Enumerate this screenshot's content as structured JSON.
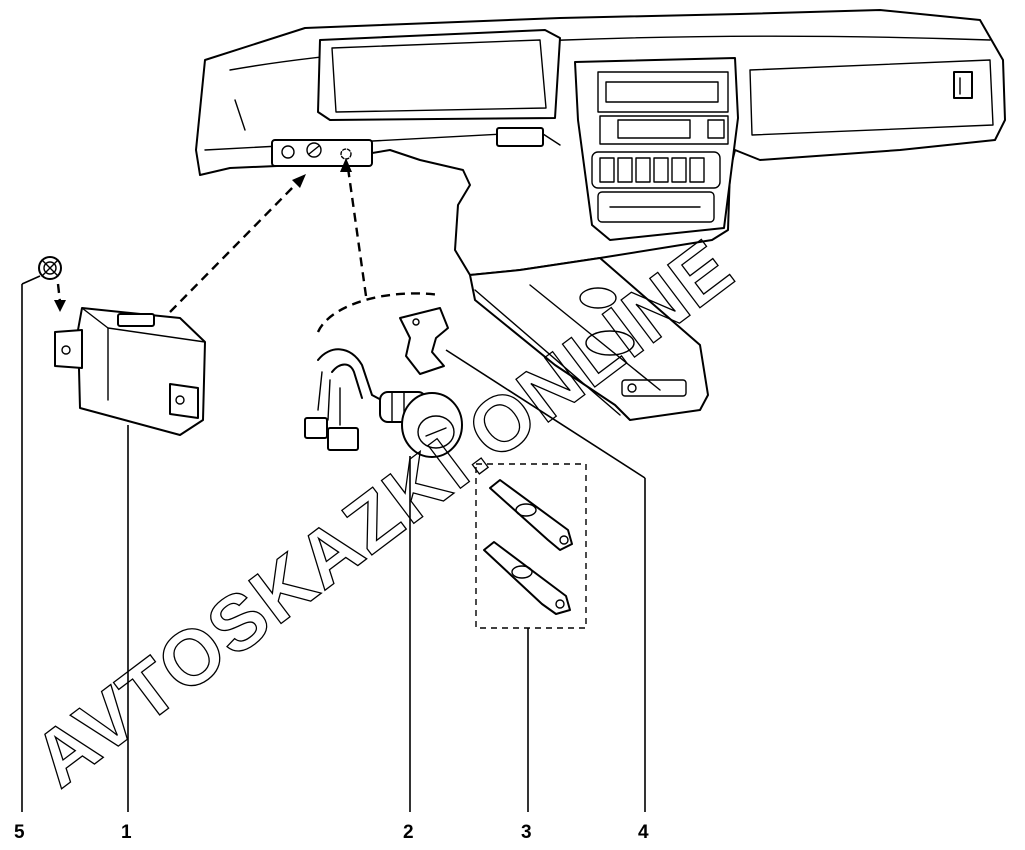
{
  "watermark": "AVTOSKAZKI.ONLINE",
  "callouts": [
    {
      "id": "5",
      "label": "5"
    },
    {
      "id": "1",
      "label": "1"
    },
    {
      "id": "2",
      "label": "2"
    },
    {
      "id": "3",
      "label": "3"
    },
    {
      "id": "4",
      "label": "4"
    }
  ],
  "colors": {
    "line": "#000000",
    "background": "#ffffff"
  }
}
